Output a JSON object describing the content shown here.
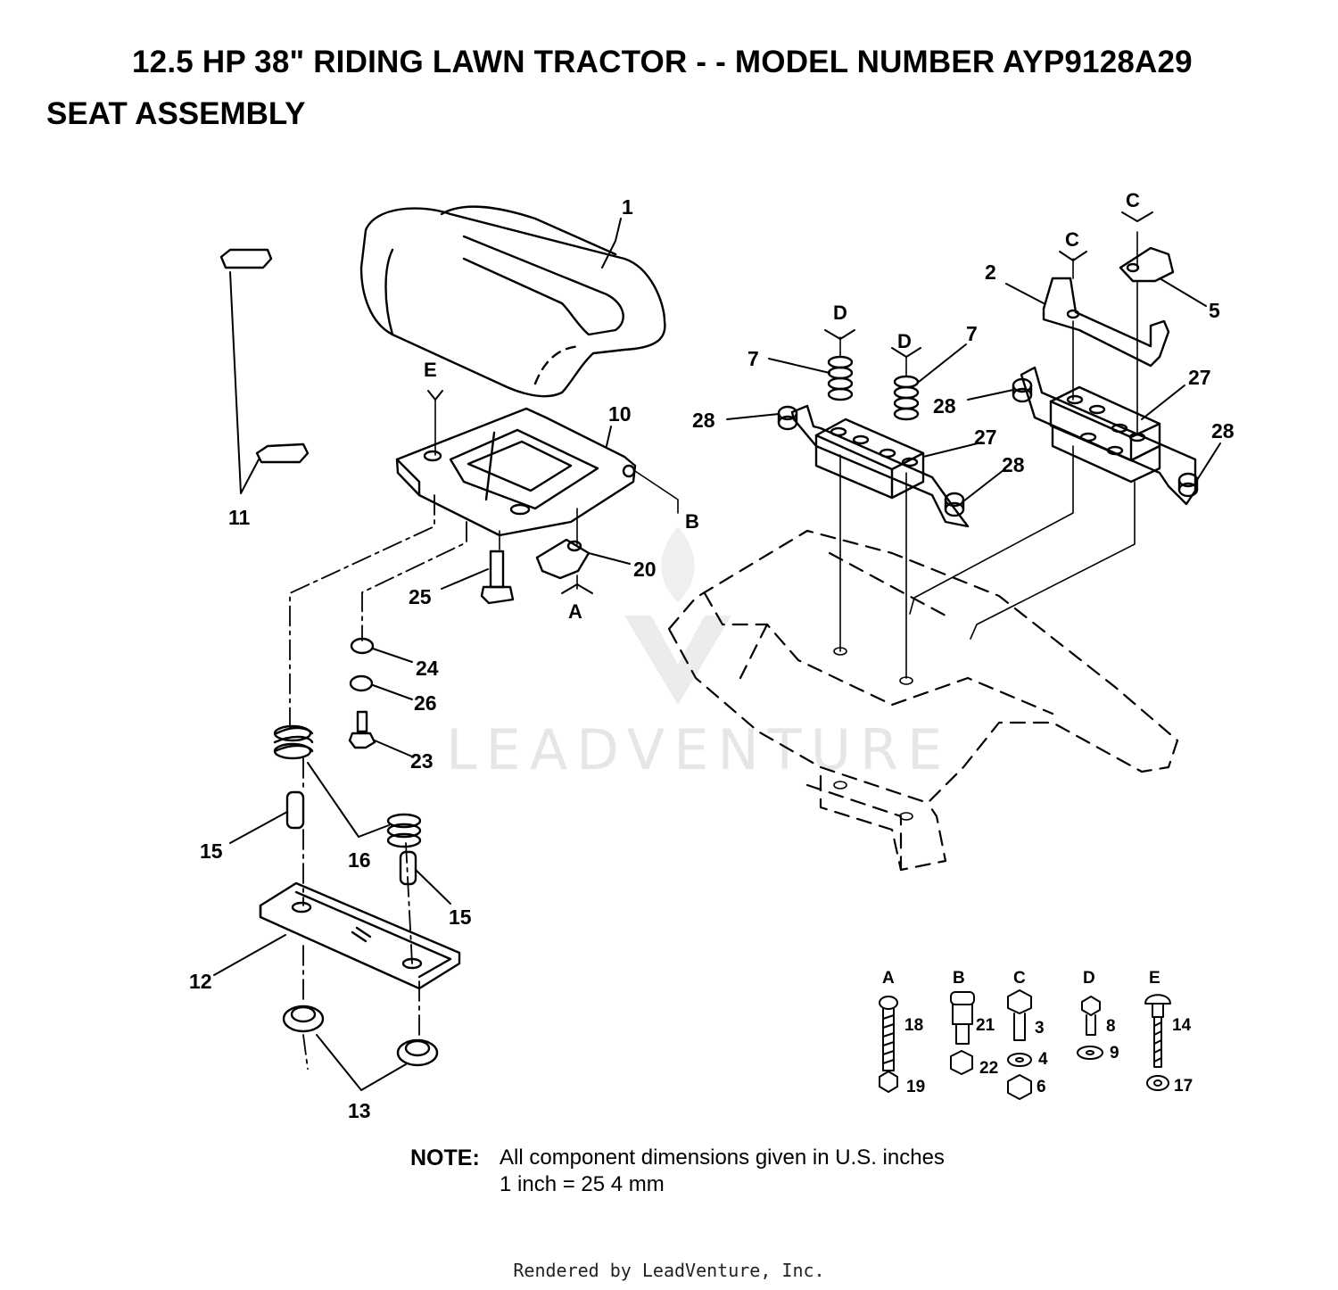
{
  "header": {
    "title": "12.5 HP 38\" RIDING LAWN TRACTOR - - MODEL NUMBER AYP9128A29",
    "subtitle": "SEAT ASSEMBLY"
  },
  "parts": {
    "p1": "1",
    "p2": "2",
    "p5": "5",
    "p7a": "7",
    "p7b": "7",
    "p10": "10",
    "p11": "11",
    "p12": "12",
    "p13": "13",
    "p15a": "15",
    "p15b": "15",
    "p16": "16",
    "p20": "20",
    "p23": "23",
    "p24": "24",
    "p25": "25",
    "p26": "26",
    "p27a": "27",
    "p27b": "27",
    "p28a": "28",
    "p28b": "28",
    "p28c": "28",
    "p28d": "28"
  },
  "refs": {
    "e": "E",
    "b": "B",
    "a": "A",
    "c1": "C",
    "c2": "C",
    "d1": "D",
    "d2": "D"
  },
  "hardware": {
    "groups": [
      {
        "letter": "A",
        "parts": [
          "18",
          "19"
        ]
      },
      {
        "letter": "B",
        "parts": [
          "21",
          "22"
        ]
      },
      {
        "letter": "C",
        "parts": [
          "3",
          "4",
          "6"
        ]
      },
      {
        "letter": "D",
        "parts": [
          "8",
          "9"
        ]
      },
      {
        "letter": "E",
        "parts": [
          "14",
          "17"
        ]
      }
    ]
  },
  "watermark": "LEADVENTURE",
  "note": {
    "label": "NOTE:",
    "line1": "All component dimensions given in U.S. inches",
    "line2": "1 inch = 25 4 mm"
  },
  "footer": "Rendered by LeadVenture, Inc."
}
